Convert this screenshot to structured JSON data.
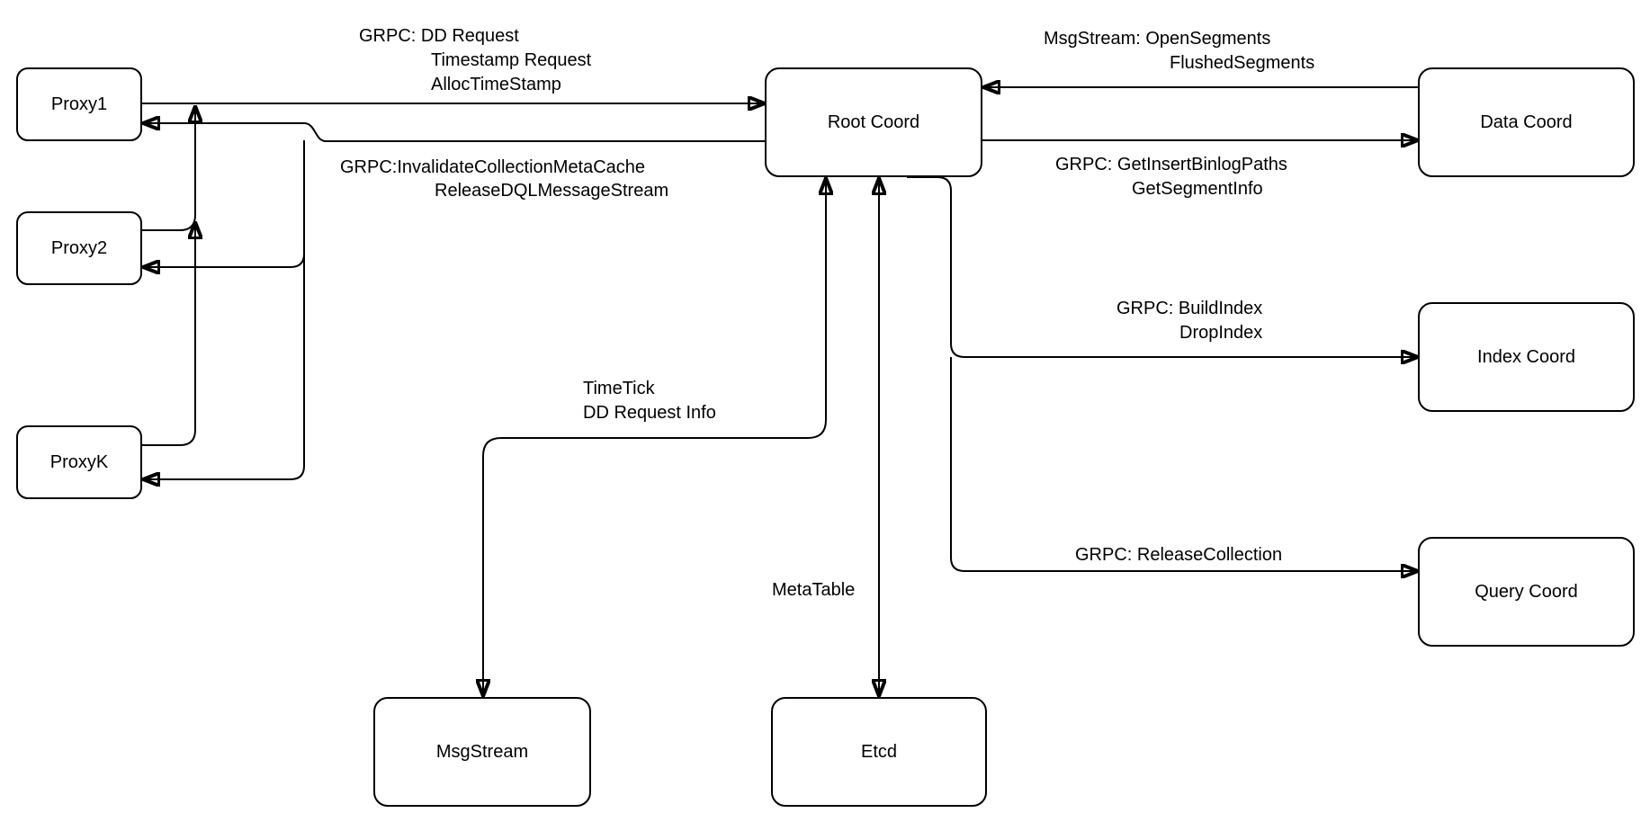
{
  "colors": {
    "stroke": "#000000",
    "box_fill": "#ffffff",
    "background": "#ffffff",
    "text": "#000000"
  },
  "nodes": {
    "proxy1": {
      "label": "Proxy1"
    },
    "proxy2": {
      "label": "Proxy2"
    },
    "proxyk": {
      "label": "ProxyK"
    },
    "root_coord": {
      "label": "Root Coord"
    },
    "data_coord": {
      "label": "Data Coord"
    },
    "index_coord": {
      "label": "Index Coord"
    },
    "query_coord": {
      "label": "Query Coord"
    },
    "msgstream": {
      "label": "MsgStream"
    },
    "etcd": {
      "label": "Etcd"
    }
  },
  "edges": {
    "proxy_requests": {
      "from": "Proxy1 / Proxy2 / ProxyK",
      "to": "Root Coord",
      "direction": "one-way",
      "lines": [
        "GRPC: DD Request",
        "Timestamp Request",
        "AllocTimeStamp"
      ]
    },
    "root_to_proxies": {
      "from": "Root Coord",
      "to": "Proxy1 / Proxy2 / ProxyK",
      "direction": "one-way",
      "lines": [
        "GRPC:InvalidateCollectionMetaCache",
        "ReleaseDQLMessageStream"
      ]
    },
    "data_to_root": {
      "from": "Data Coord",
      "to": "Root Coord",
      "direction": "one-way",
      "lines": [
        "MsgStream: OpenSegments",
        "FlushedSegments"
      ]
    },
    "root_to_data": {
      "from": "Root Coord",
      "to": "Data Coord",
      "direction": "one-way",
      "lines": [
        "GRPC: GetInsertBinlogPaths",
        "GetSegmentInfo"
      ]
    },
    "root_to_index": {
      "from": "Root Coord",
      "to": "Index Coord",
      "direction": "one-way",
      "lines": [
        "GRPC: BuildIndex",
        "DropIndex"
      ]
    },
    "root_to_query": {
      "from": "Root Coord",
      "to": "Query Coord",
      "direction": "one-way",
      "lines": [
        "GRPC: ReleaseCollection"
      ]
    },
    "root_msgstream": {
      "from": "Root Coord",
      "to": "MsgStream",
      "direction": "two-way",
      "lines": [
        "TimeTick",
        "DD Request Info"
      ]
    },
    "root_etcd": {
      "from": "Root Coord",
      "to": "Etcd",
      "direction": "two-way",
      "lines": [
        "MetaTable"
      ]
    }
  }
}
